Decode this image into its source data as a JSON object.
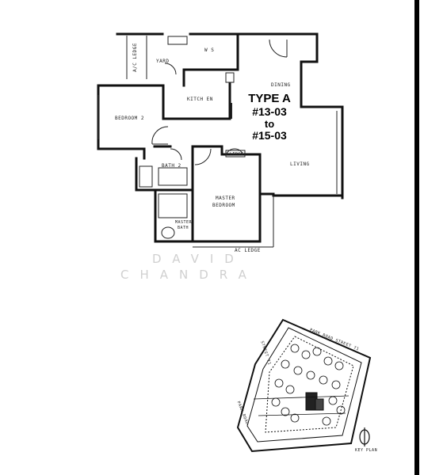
{
  "floorplan": {
    "type_title": "TYPE A",
    "unit_range_start": "#13-03",
    "unit_range_connector": "to",
    "unit_range_end": "#15-03",
    "rooms": {
      "bedroom2": "BEDROOM 2",
      "kitchen": "KITCH EN",
      "dining": "DINING",
      "living": "LIVING",
      "bath2": "BATH 2",
      "master_bedroom_line1": "MASTER",
      "master_bedroom_line2": "BEDROOM",
      "master_bath_line1": "MASTER",
      "master_bath_line2": "BATH",
      "ws": "W S",
      "yard": "YARD",
      "ac_ledge_left": "A/C LEDGE",
      "ac_ledge_bottom": "AC LEDGE",
      "ledge_top": "LEDGE"
    }
  },
  "watermark": {
    "line1": "DAVID",
    "line2": "CHANDRA"
  },
  "keyplan": {
    "road_top": "PARK ROAD STREET 71",
    "road_left": "STREET 71",
    "road_bottom": "PARK ROAD",
    "label": "KEY PLAN"
  }
}
